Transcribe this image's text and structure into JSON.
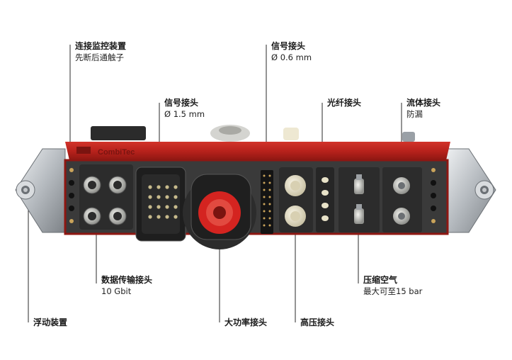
{
  "labels": {
    "contact_monitor": {
      "title": "连接监控装置",
      "sub": "先断后通触子"
    },
    "signal_small": {
      "title": "信号接头",
      "sub": "Ø 0.6 mm"
    },
    "signal_large": {
      "title": "信号接头",
      "sub": "Ø 1.5 mm"
    },
    "fiber": {
      "title": "光纤接头"
    },
    "fluid": {
      "title": "流体接头",
      "sub": "防漏"
    },
    "data": {
      "title": "数据传输接头",
      "sub": "10 Gbit"
    },
    "air": {
      "title": "压缩空气",
      "sub": "最大可至15 bar"
    },
    "floating": {
      "title": "浮动装置"
    },
    "power": {
      "title": "大功率接头"
    },
    "hv": {
      "title": "高压接头"
    }
  },
  "device": {
    "brand": "CombiTec",
    "colors": {
      "housing": "#b8221c",
      "module": "#2a2a2a",
      "pin": "#c9c9c4",
      "connector_red": "#d42420",
      "bracket": "#b8bcc0"
    }
  }
}
